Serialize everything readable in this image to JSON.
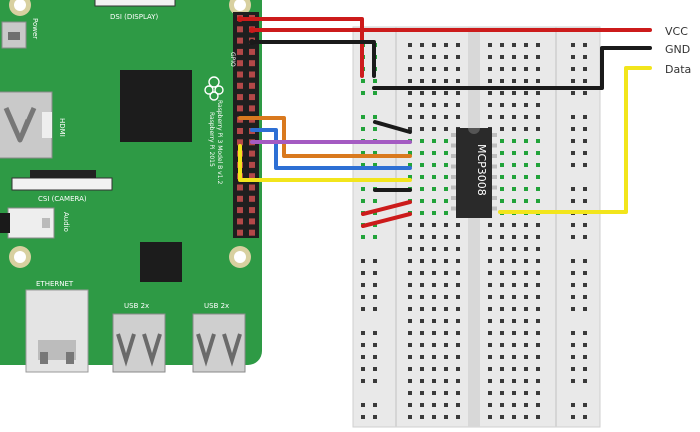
{
  "board": {
    "power_label": "Power",
    "dsi_label": "DSI (DISPLAY)",
    "hdmi_label": "HDMI",
    "csi_label": "CSI (CAMERA)",
    "audio_label": "Audio",
    "ethernet_label": "ETHERNET",
    "usb_left_label": "USB 2x",
    "usb_right_label": "USB 2x",
    "gpio_label": "GPIO",
    "model_line1": "Raspberry Pi 3 Model B v1.2",
    "model_line2": "Raspberry Pi 2015"
  },
  "chip": {
    "label": "MCP3008"
  },
  "legend": {
    "vcc": "VCC",
    "gnd": "GND",
    "data": "Data"
  },
  "colors": {
    "board": "#2e9a45",
    "board_dark": "#23823a",
    "breadboard": "#e9e9e9",
    "hole_green": "#22a33a",
    "wire_red": "#cc1b1b",
    "wire_black": "#1a1a1a",
    "wire_yellow": "#f2e51c",
    "wire_orange": "#d9791e",
    "wire_blue": "#2d6fd4",
    "wire_purple": "#a45bc2"
  }
}
